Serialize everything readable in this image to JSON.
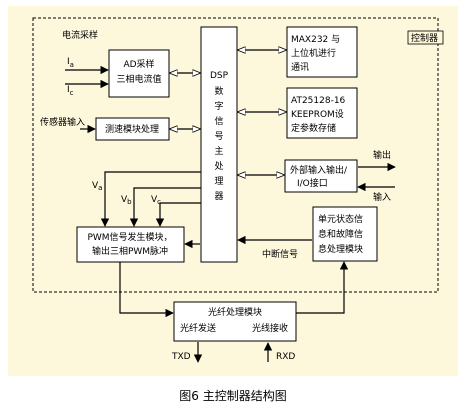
{
  "colors": {
    "canvas_bg": "#fdf7dc",
    "ink": "#000000"
  },
  "controller": {
    "label": "控制器"
  },
  "current_sampling": {
    "label": "电流采样",
    "inputs": [
      "I",
      "I"
    ],
    "subscripts": [
      "a",
      "c"
    ]
  },
  "ad_block": {
    "lines": [
      "AD采样",
      "三相电流值"
    ]
  },
  "sensor": {
    "input_label": "传感器输入",
    "module_label": "测速模块处理"
  },
  "dsp": {
    "lines": [
      "DSP",
      "数",
      "字",
      "信",
      "号",
      "主",
      "处",
      "理",
      "器"
    ]
  },
  "max232": {
    "lines": [
      "MAX232 与",
      "上位机进行",
      "通讯"
    ]
  },
  "at25128": {
    "lines": [
      "AT25128-16",
      "KEEPROM设",
      "定参数存储"
    ]
  },
  "external_io": {
    "lines": [
      "外部输入输出/",
      "I/O接口"
    ],
    "output_label": "输出",
    "input_label": "输入"
  },
  "voltages": [
    {
      "base": "V",
      "sub": "a"
    },
    {
      "base": "V",
      "sub": "b"
    },
    {
      "base": "V",
      "sub": "c"
    }
  ],
  "pwm": {
    "lines": [
      "PWM信号发生模块，",
      "输出三相PWM脉冲"
    ]
  },
  "interrupt": {
    "label": "中断信号"
  },
  "status": {
    "lines": [
      "单元状态信",
      "息和故障信",
      "息处理模块"
    ]
  },
  "fiber": {
    "title": "光纤处理模块",
    "send": "光纤发送",
    "receive": "光线接收",
    "txd": "TXD",
    "rxd": "RXD"
  },
  "caption": {
    "text": "图6  主控制器结构图"
  }
}
